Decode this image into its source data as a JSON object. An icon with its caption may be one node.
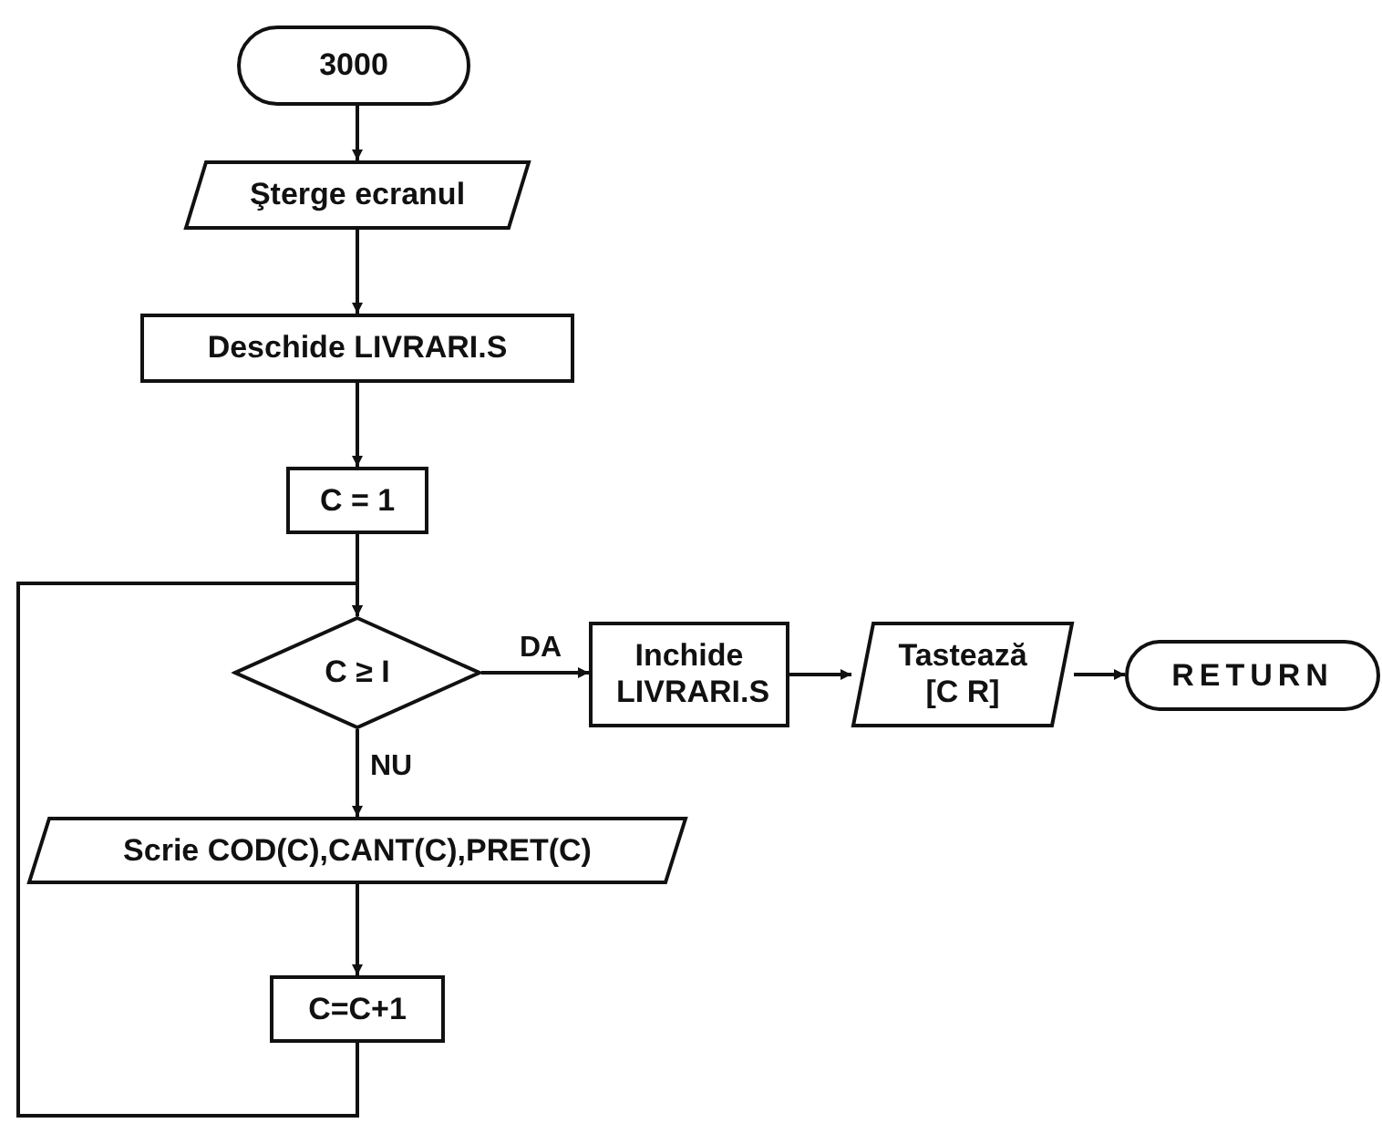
{
  "diagram": {
    "nodes": [
      {
        "text": [
          "3000"
        ]
      },
      {
        "text": [
          "Şterge ecranul"
        ]
      },
      {
        "text": [
          "Deschide LIVRARI.S"
        ]
      },
      {
        "text": [
          "C = 1"
        ]
      },
      {
        "text": [
          "C ≥ I"
        ]
      },
      {
        "text": [
          "Inchide LIVRARI.S"
        ]
      },
      {
        "text": [
          "Tastează [C R]"
        ]
      },
      {
        "text": [
          "RETURN"
        ]
      },
      {
        "text": [
          "Scrie COD(C),CANT(C),PRET(C)"
        ]
      },
      {
        "text": [
          "C=C+1"
        ]
      }
    ],
    "edges": [
      {
        "from": 0,
        "to": 1,
        "arrow": "to"
      },
      {
        "from": 1,
        "to": 2,
        "arrow": "to"
      },
      {
        "from": 2,
        "to": 3,
        "arrow": "to"
      },
      {
        "from": 3,
        "to": 4,
        "arrow": "to"
      },
      {
        "from": 4,
        "to": 5,
        "label": "DA",
        "arrow": "to"
      },
      {
        "from": 5,
        "to": 6,
        "arrow": "to"
      },
      {
        "from": 6,
        "to": 7,
        "arrow": "to"
      },
      {
        "from": 4,
        "to": 8,
        "label": "NU",
        "arrow": "to"
      },
      {
        "from": 8,
        "to": 9,
        "arrow": "to"
      },
      {
        "from": 9,
        "to": 4,
        "arrow": "to"
      }
    ]
  }
}
